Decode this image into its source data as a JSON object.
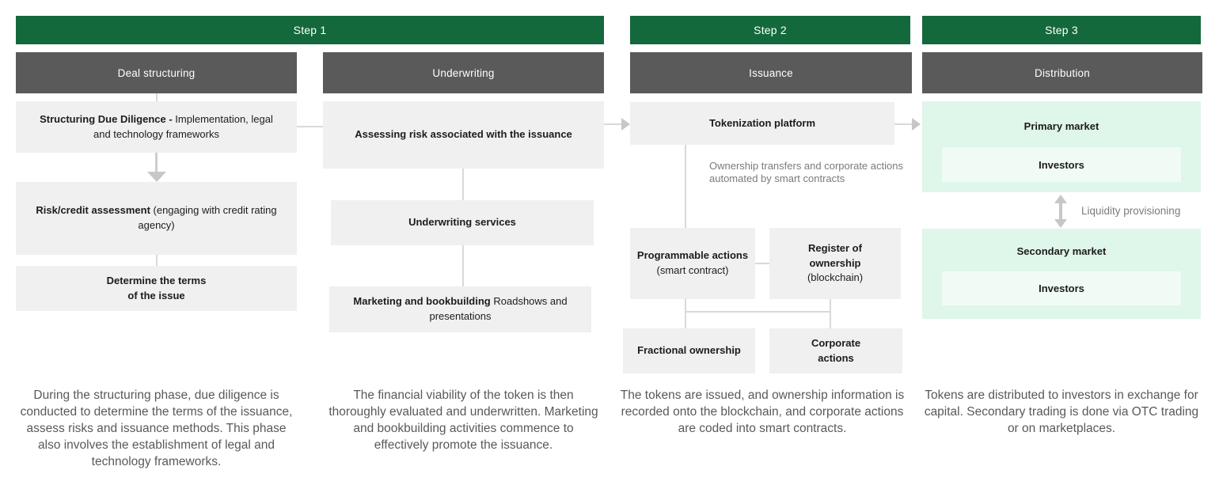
{
  "colors": {
    "step_green": "#14693C",
    "header_gray": "#5A5A5A",
    "box_gray": "#F0F0F0",
    "mint_green": "#DFF6EA",
    "mint_light": "#F1FBF5",
    "connector_gray": "#D9D9D9",
    "arrow_gray": "#C7C7C7",
    "text_dark": "#1C1C1C",
    "text_gray": "#58595B",
    "text_light_gray": "#7A7B7D"
  },
  "step_headers": [
    "Step 1",
    "Step 2",
    "Step 3"
  ],
  "columns": {
    "deal": {
      "header": "Deal structuring",
      "box1_bold": "Structuring Due Diligence -",
      "box1_rest": " Implementation, legal and technology frameworks",
      "box2_bold": "Risk/credit assessment",
      "box2_rest": " (engaging with credit rating agency)",
      "box3_bold": "Determine the terms\nof the issue",
      "description": "During the structuring phase, due diligence is conducted to determine the terms of the issuance, assess risks and issuance methods. This phase also involves the establishment of legal and technology frameworks."
    },
    "underwriting": {
      "header": "Underwriting",
      "box1_bold": "Assessing risk associated with the issuance",
      "box2_bold": "Underwriting services",
      "box3_bold": "Marketing and bookbuilding",
      "box3_rest": " Roadshows and presentations",
      "description": "The financial viability of the token is then thoroughly evaluated and underwritten. Marketing and bookbuilding activities commence to effectively promote the issuance."
    },
    "issuance": {
      "header": "Issuance",
      "platform_bold": "Tokenization platform",
      "note": "Ownership transfers and corporate actions automated by smart contracts",
      "prog_bold": "Programmable actions",
      "prog_rest": "(smart contract)",
      "register_bold": "Register of\nownership",
      "register_rest": "(blockchain)",
      "fractional_bold": "Fractional ownership",
      "corporate_bold": "Corporate\nactions",
      "description": "The tokens are issued, and ownership information is recorded onto the blockchain, and corporate actions are coded into smart contracts."
    },
    "distribution": {
      "header": "Distribution",
      "primary_label": "Primary market",
      "primary_investors": "Investors",
      "liquidity_label": "Liquidity provisioning",
      "secondary_label": "Secondary market",
      "secondary_investors": "Investors",
      "description": "Tokens are distributed to investors in exchange for capital. Secondary trading is done via OTC trading or on marketplaces."
    }
  }
}
